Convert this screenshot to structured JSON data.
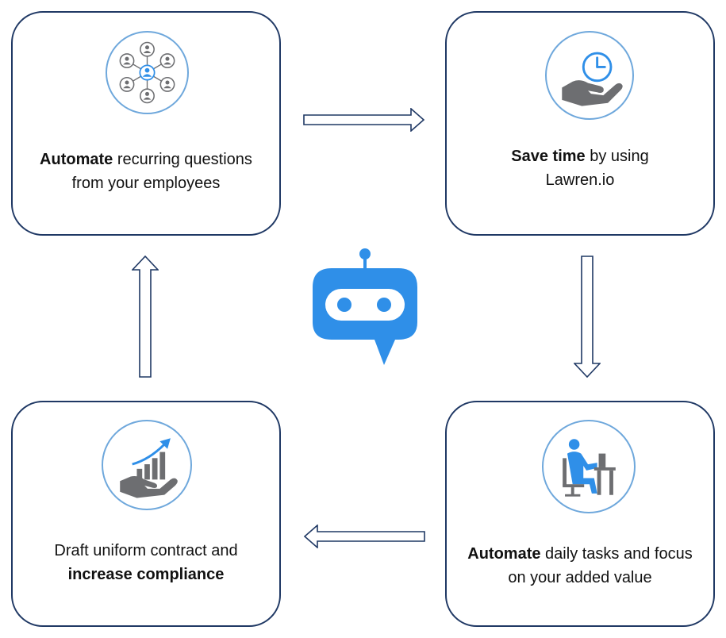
{
  "cards": {
    "top_left": {
      "bold": "Automate",
      "rest_line1": " recurring questions",
      "line2": "from your employees"
    },
    "top_right": {
      "bold": "Save time",
      "rest_line1": " by using",
      "line2": "Lawren.io"
    },
    "bottom_right": {
      "bold": "Automate",
      "rest_line1": " daily tasks and focus",
      "line2": "on your added value"
    },
    "bottom_left": {
      "line1": "Draft uniform contract and",
      "bold_line2": "increase compliance"
    }
  },
  "icons": {
    "top_left": "network-people-icon",
    "top_right": "hand-clock-icon",
    "bottom_right": "desk-worker-icon",
    "bottom_left": "hand-growth-chart-icon",
    "center": "chatbot-icon"
  },
  "colors": {
    "border": "#1f3864",
    "icon_ring": "#6fa8dc",
    "accent": "#2f8fe8",
    "icon_gray": "#6d6e71"
  }
}
